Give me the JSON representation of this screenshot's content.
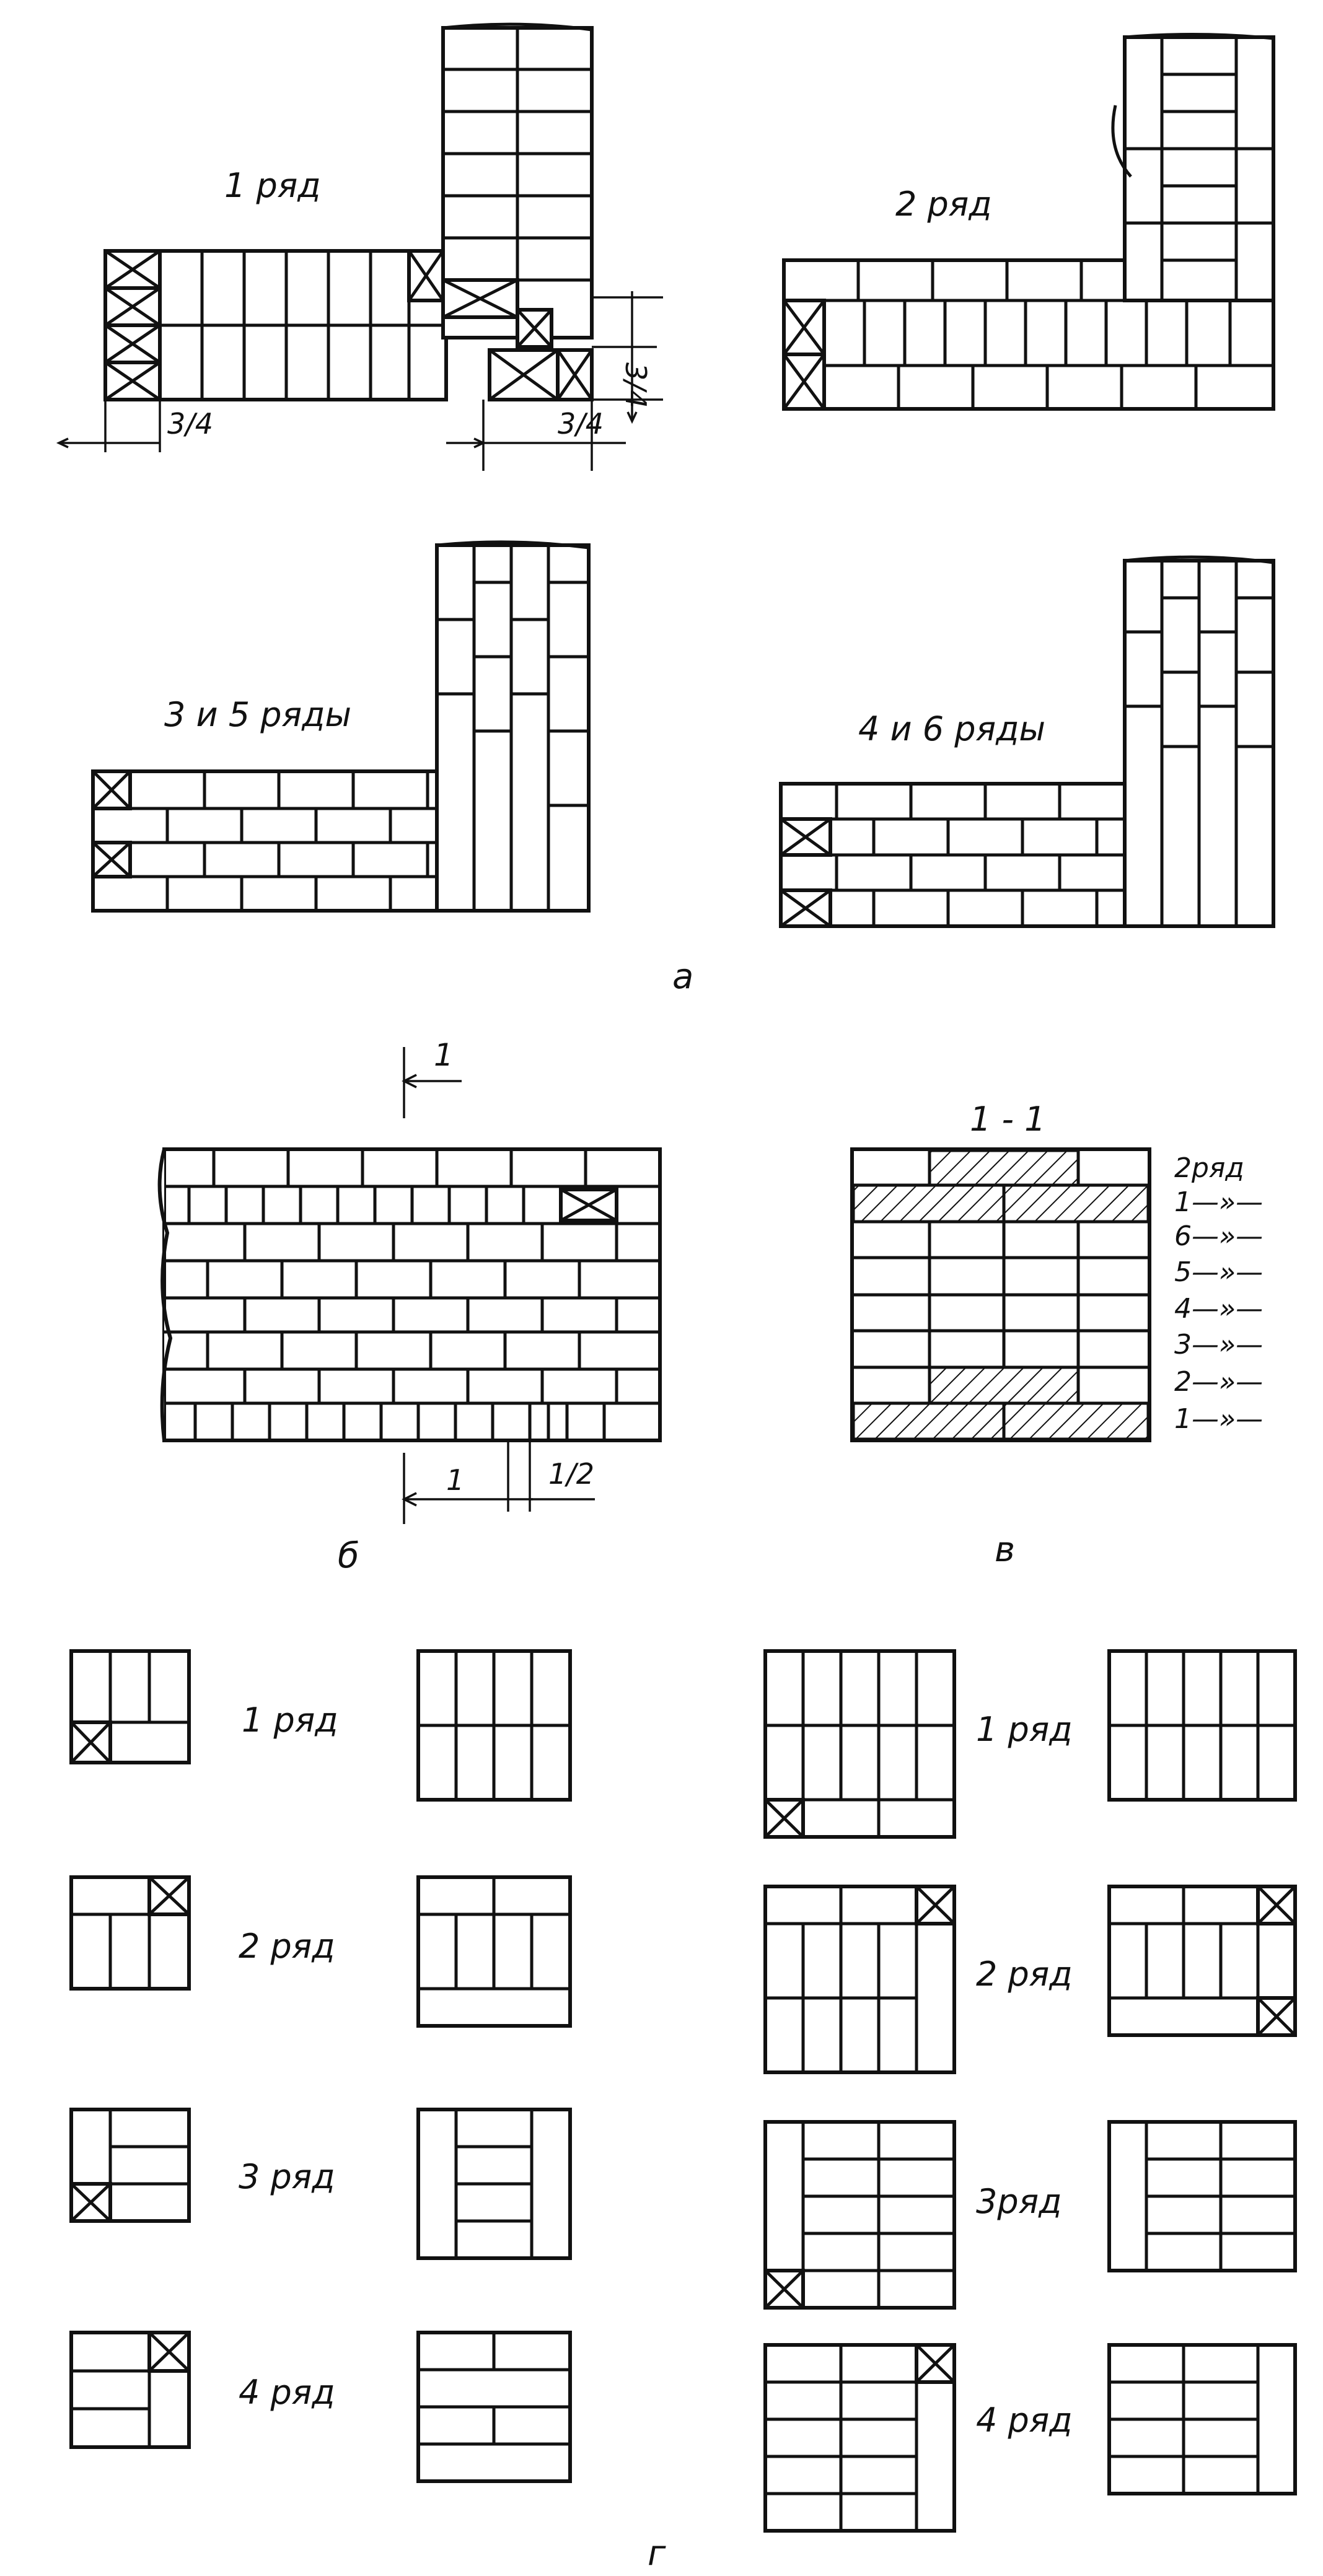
{
  "labels": {
    "row1": "1 ряд",
    "row2": "2 ряд",
    "rows35": "3 и 5 ряды",
    "rows46": "4 и 6 ряды",
    "frac34a": "3/4",
    "frac34b": "3/4",
    "frac34c": "3/4",
    "part_a": "а",
    "section_mark": "1",
    "dim_1": "1",
    "dim_12": "1/2",
    "part_b": "б",
    "section_title": "1 - 1",
    "part_v": "в",
    "part_g": "г"
  },
  "section_rows": [
    "2ряд",
    "1—»—",
    "6—»—",
    "5—»—",
    "4—»—",
    "3—»—",
    "2—»—",
    "1—»—"
  ],
  "pillars": {
    "small": [
      {
        "label": "1 ряд"
      },
      {
        "label": "2 ряд"
      },
      {
        "label": "3 ряд"
      },
      {
        "label": "4 ряд"
      }
    ],
    "large": [
      {
        "label": "1 ряд"
      },
      {
        "label": "2 ряд"
      },
      {
        "label": "3ряд"
      },
      {
        "label": "4 ряд"
      }
    ]
  }
}
